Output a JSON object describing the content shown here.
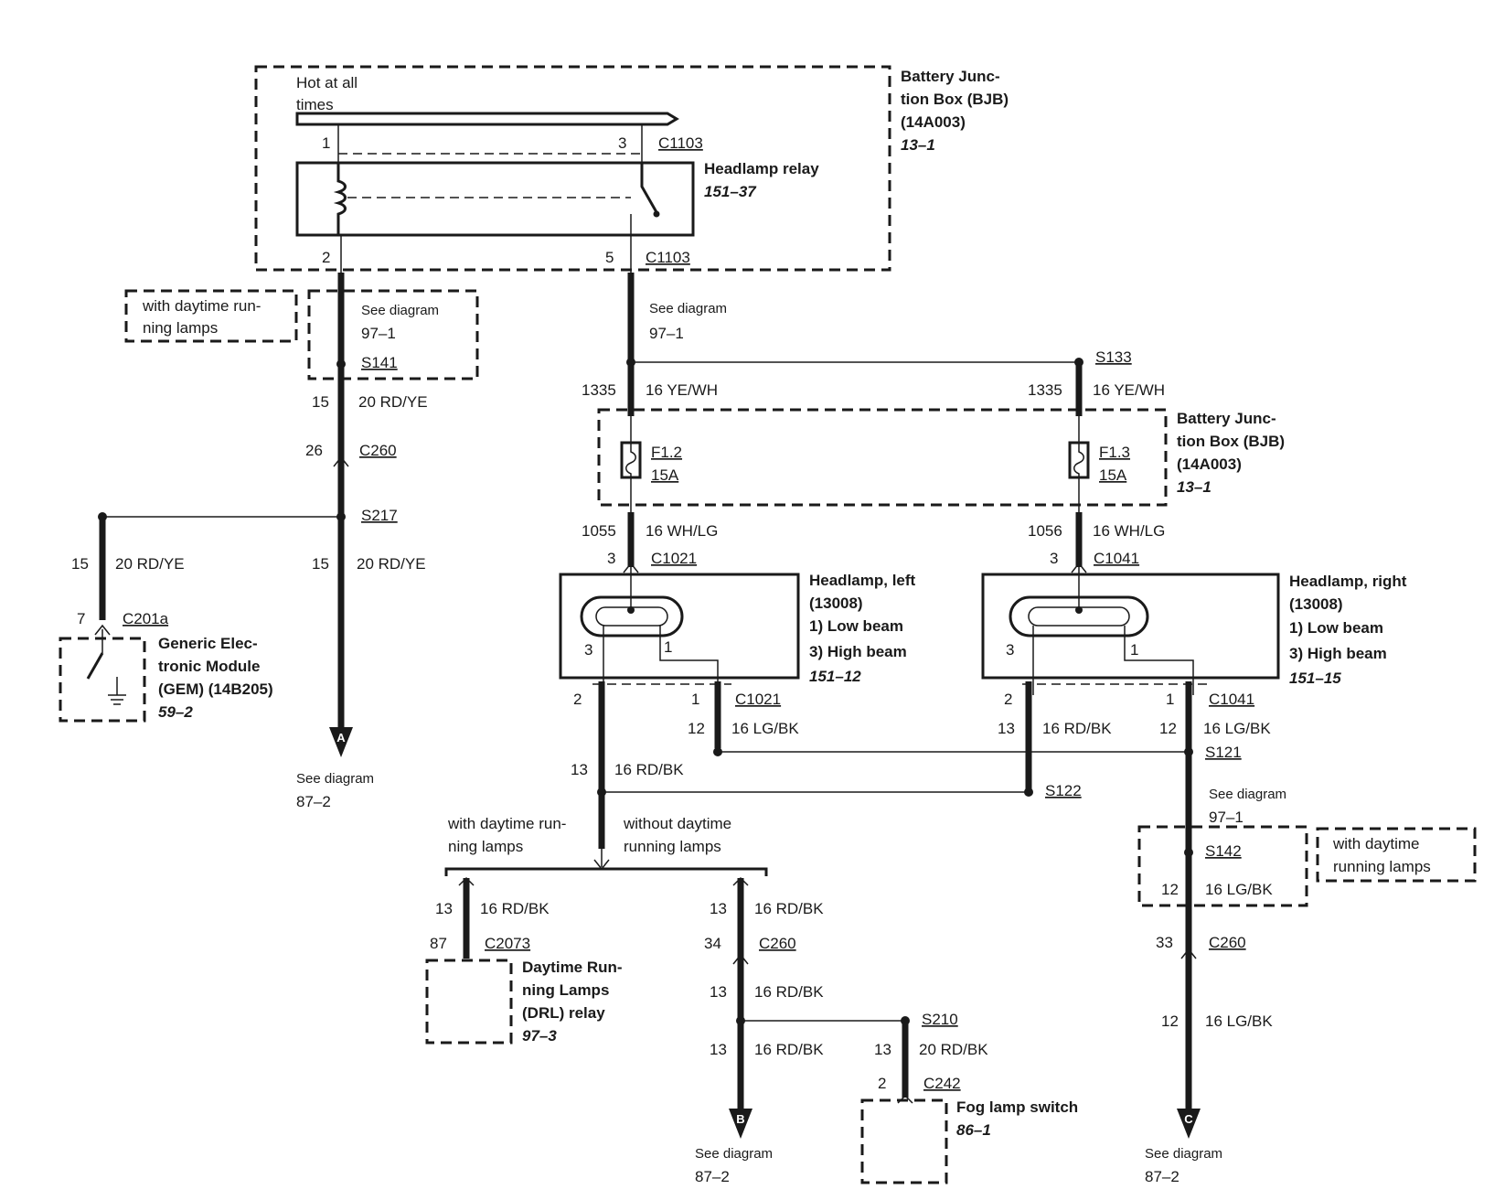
{
  "bjb_top": {
    "title_1": "Battery Junc-",
    "title_2": "tion Box (BJB)",
    "title_3": "(14A003)",
    "ref": "13–1"
  },
  "bjb_mid": {
    "title_1": "Battery Junc-",
    "title_2": "tion Box (BJB)",
    "title_3": "(14A003)",
    "ref": "13–1"
  },
  "hot": {
    "line_1": "Hot at all",
    "line_2": "times"
  },
  "relay": {
    "title": "Headlamp relay",
    "ref": "151–37",
    "pin_1": "1",
    "pin_2": "2",
    "pin_3": "3",
    "pin_5": "5",
    "conn": "C1103"
  },
  "drl_note_left": {
    "line_1": "with daytime run-",
    "line_2": "ning lamps"
  },
  "drl_note_right": {
    "line_1": "with daytime",
    "line_2": "running lamps"
  },
  "left_branch": {
    "see_1": "See diagram",
    "see_1_ref": "97–1",
    "splice_141": "S141",
    "circ_15a": "15",
    "wire_a": "20 RD/YE",
    "pin_26": "26",
    "c260": "C260",
    "splice_217": "S217",
    "circ_15b": "15",
    "wire_b": "20 RD/YE",
    "circ_15c": "15",
    "wire_c": "20 RD/YE",
    "pin_7": "7",
    "c201a": "C201a",
    "arrow": "A",
    "see_end": "See diagram",
    "see_end_ref": "87–2"
  },
  "gem": {
    "line_1": "Generic Elec-",
    "line_2": "tronic Module",
    "line_3": "(GEM) (14B205)",
    "ref": "59–2"
  },
  "center": {
    "see": "See diagram",
    "see_ref": "97–1",
    "c1335": "1335",
    "w1335": "16 YE/WH",
    "c1335r": "1335",
    "w1335r": "16 YE/WH",
    "s133": "S133",
    "f12": "F1.2",
    "f12a": "15A",
    "f13": "F1.3",
    "f13a": "15A",
    "c1055": "1055",
    "w1055": "16 WH/LG",
    "c1056": "1056",
    "w1056": "16 WH/LG"
  },
  "hl_left": {
    "pin_3_top": "3",
    "conn_top": "C1021",
    "title": "Headlamp, left",
    "part": "(13008)",
    "low": "1)  Low beam",
    "high": "3)  High beam",
    "ref": "151–12",
    "p3": "3",
    "p1": "1",
    "out_2": "2",
    "out_1": "1",
    "conn_bot": "C1021",
    "c12": "12",
    "w12": "16 LG/BK",
    "c13": "13",
    "w13": "16 RD/BK"
  },
  "hl_right": {
    "pin_3_top": "3",
    "conn_top": "C1041",
    "title": "Headlamp, right",
    "part": "(13008)",
    "low": "1)  Low beam",
    "high": "3)  High beam",
    "ref": "151–15",
    "p3": "3",
    "p1": "1",
    "out_2": "2",
    "out_1": "1",
    "conn_bot": "C1041",
    "c13": "13",
    "w13": "16 RD/BK",
    "c12": "12",
    "w12": "16 LG/BK",
    "s121": "S121",
    "s122": "S122"
  },
  "split": {
    "with_1": "with daytime run-",
    "with_2": "ning lamps",
    "without_1": "without daytime",
    "without_2": "running lamps"
  },
  "drl_relay": {
    "c13": "13",
    "w13": "16 RD/BK",
    "pin_87": "87",
    "conn": "C2073",
    "line_1": "Daytime Run-",
    "line_2": "ning Lamps",
    "line_3": "(DRL) relay",
    "ref": "97–3"
  },
  "mid_b": {
    "c13a": "13",
    "w13a": "16 RD/BK",
    "pin_34": "34",
    "c260": "C260",
    "c13b": "13",
    "w13b": "16 RD/BK",
    "c13c": "13",
    "w13c": "16 RD/BK",
    "arrow": "B",
    "see_end": "See diagram",
    "see_end_ref": "87–2"
  },
  "fog": {
    "s210": "S210",
    "c13": "13",
    "w13": "20 RD/BK",
    "pin_2": "2",
    "conn": "C242",
    "title": "Fog lamp switch",
    "ref": "86–1"
  },
  "right_c": {
    "see": "See diagram",
    "see_ref": "97–1",
    "s142": "S142",
    "c12a": "12",
    "w12a": "16 LG/BK",
    "pin_33": "33",
    "c260": "C260",
    "c12b": "12",
    "w12b": "16 LG/BK",
    "arrow": "C",
    "see_end": "See diagram",
    "see_end_ref": "87–2"
  }
}
